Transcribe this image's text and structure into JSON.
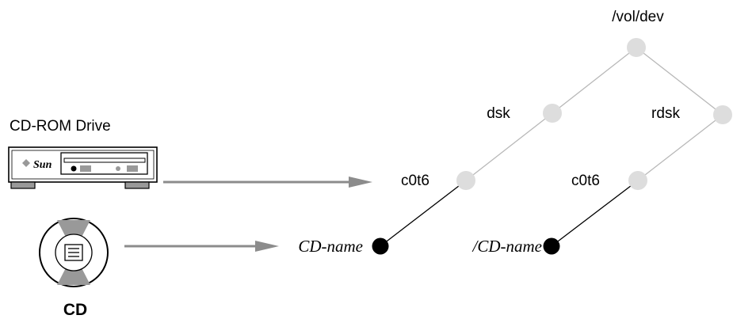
{
  "labels": {
    "drive": "CD-ROM Drive",
    "drive_brand": "Sun",
    "cd": "CD",
    "root": "/vol/dev",
    "dsk": "dsk",
    "rdsk": "rdsk",
    "dsk_c0t6": "c0t6",
    "rdsk_c0t6": "c0t6",
    "dsk_cdname": "CD-name",
    "rdsk_cdname": "/CD-name"
  },
  "colors": {
    "node_light": "#dddddd",
    "node_dark": "#000000",
    "edge": "#b8b8b8",
    "arrow": "#8c8c8c"
  }
}
